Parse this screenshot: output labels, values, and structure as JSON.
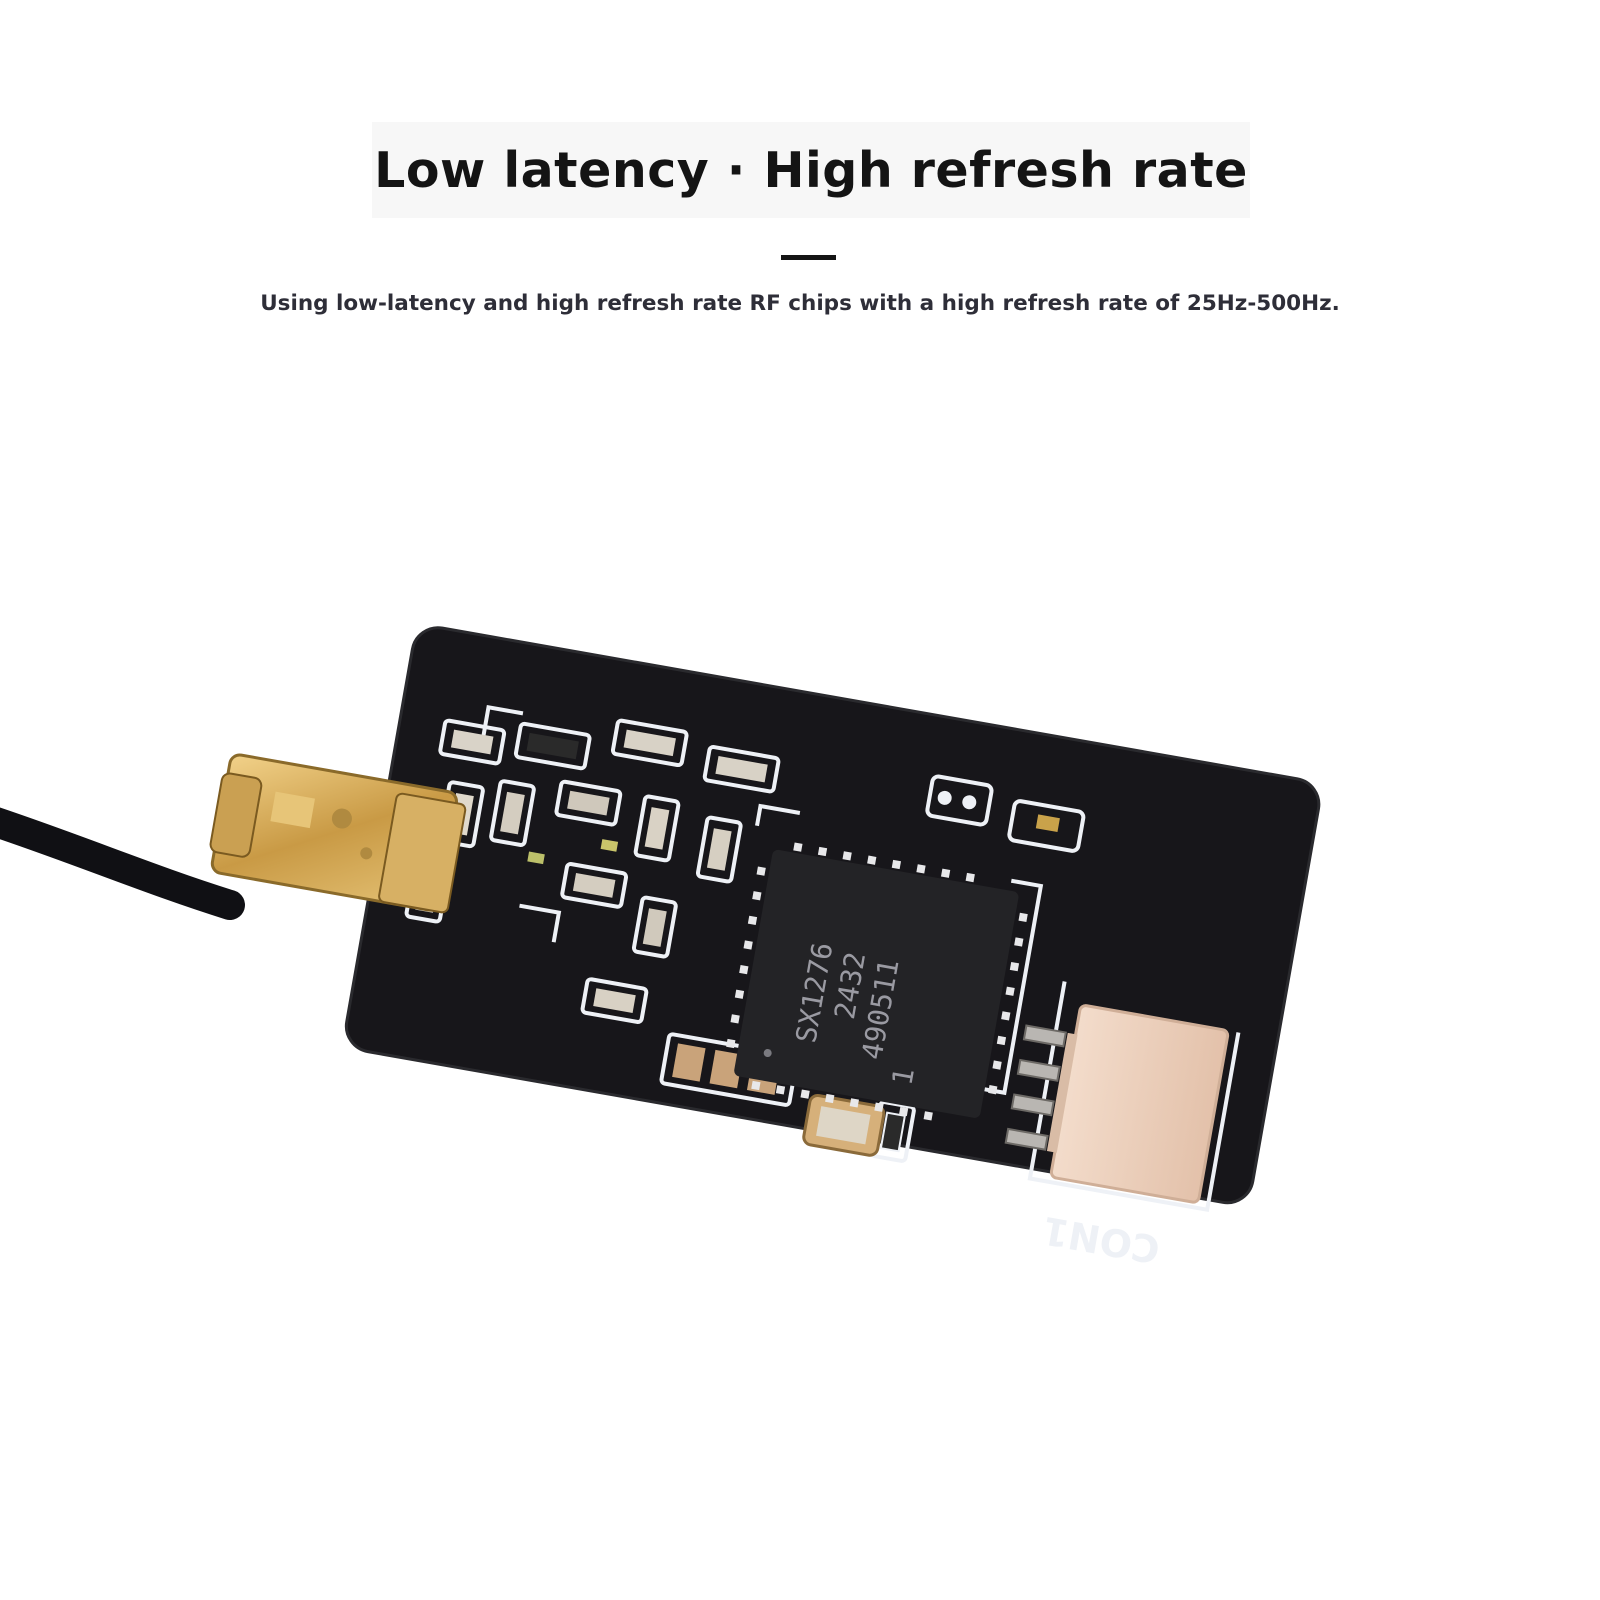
{
  "header": {
    "title": "Low latency · High refresh rate",
    "subtitle": "Using low-latency and high refresh rate RF chips with a high refresh rate of 25Hz-500Hz."
  },
  "product": {
    "chip_marking": [
      "SX1276",
      "2432",
      "490511",
      "1"
    ],
    "connector_label": "CON1"
  },
  "colors": {
    "background": "#ffffff",
    "heading_text": "#141414",
    "subtitle_text": "#2e2e38",
    "pcb": "#17161a",
    "silkscreen": "#eef1f6",
    "gold": "#d7ad5c",
    "connector": "#e9cdb8"
  }
}
